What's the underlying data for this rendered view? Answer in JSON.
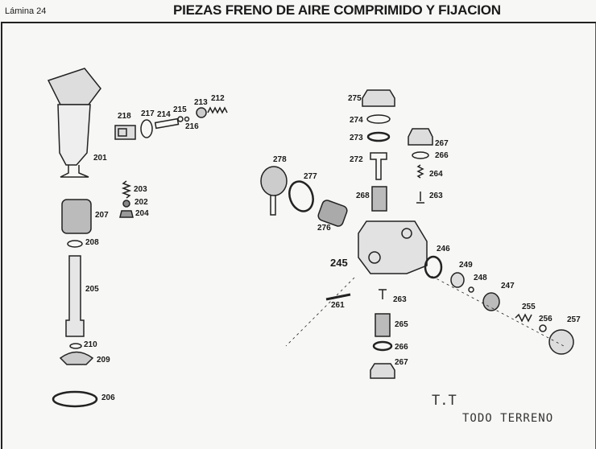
{
  "header": {
    "sheet": "Lámina 24",
    "title": "PIEZAS FRENO DE AIRE COMPRIMIDO Y FIJACION"
  },
  "left_group": {
    "labels": [
      "201",
      "218",
      "217",
      "214",
      "215",
      "216",
      "213",
      "212",
      "203",
      "202",
      "204",
      "207",
      "208",
      "205",
      "210",
      "209",
      "206"
    ]
  },
  "right_group": {
    "labels": [
      "275",
      "274",
      "273",
      "272",
      "268",
      "267",
      "266",
      "264",
      "263",
      "278",
      "277",
      "276",
      "245",
      "246",
      "249",
      "248",
      "247",
      "255",
      "256",
      "257",
      "261",
      "263",
      "265",
      "266",
      "267"
    ]
  },
  "stamp": {
    "short": "T.T",
    "full": "TODO TERRENO"
  }
}
